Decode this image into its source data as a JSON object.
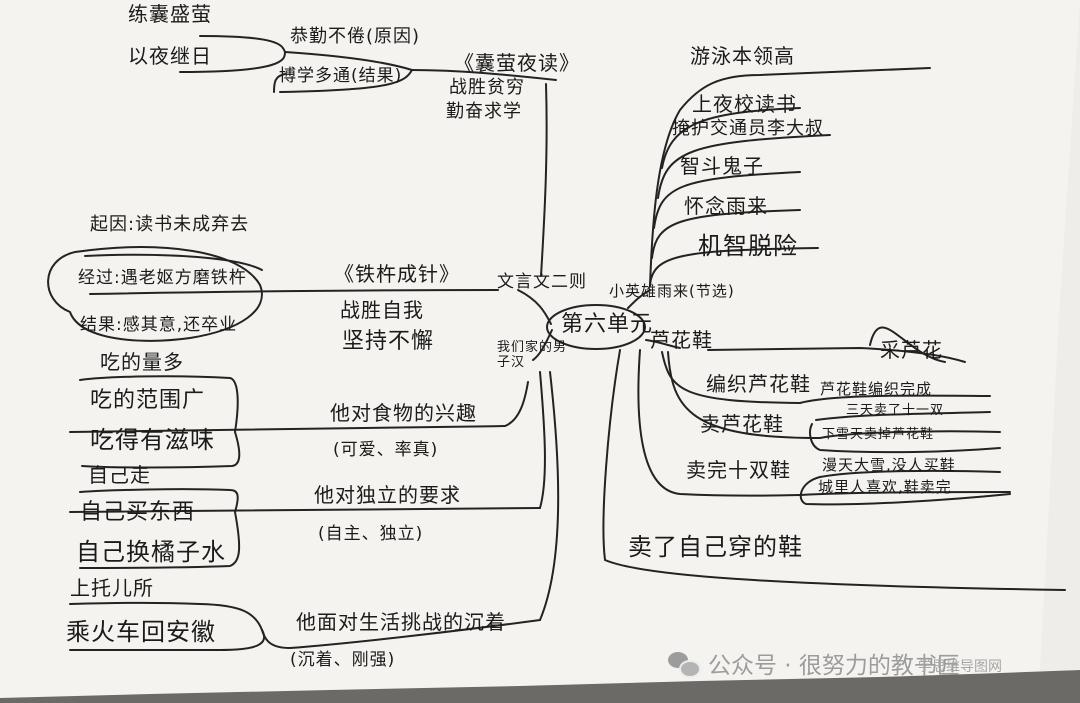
{
  "center": "第六单元",
  "branches": {
    "classical": {
      "label": "文言文二则",
      "story1": {
        "title": "《囊萤夜读》",
        "theme1": "战胜贫穷",
        "theme2": "勤奋求学",
        "cause": "恭勤不倦(原因)",
        "cause_items": [
          "练囊盛萤",
          "以夜继日"
        ],
        "result": "博学多通(结果)"
      },
      "story2": {
        "title": "《铁杵成针》",
        "theme1": "战胜自我",
        "theme2": "坚持不懈",
        "items": [
          "起因:读书未成弃去",
          "经过:遇老妪方磨铁杵",
          "结果:感其意,还卒业"
        ]
      }
    },
    "boy": {
      "label": "我们家的男子汉",
      "food": {
        "label": "他对食物的兴趣",
        "note": "(可爱、率真)",
        "items": [
          "吃的量多",
          "吃的范围广",
          "吃得有滋味"
        ]
      },
      "independence": {
        "label": "他对独立的要求",
        "note": "(自主、独立)",
        "items": [
          "自己走",
          "自己买东西",
          "自己换橘子水"
        ]
      },
      "challenge": {
        "label": "他面对生活挑战的沉着",
        "note": "(沉着、刚强)",
        "items": [
          "上托儿所",
          "乘火车回安徽"
        ]
      }
    },
    "rain": {
      "label": "小英雄雨来(节选)",
      "items": [
        "游泳本领高",
        "上夜校读书",
        "掩护交通员李大叔",
        "智斗鬼子",
        "怀念雨来",
        "机智脱险"
      ]
    },
    "shoes": {
      "label": "芦花鞋",
      "items": [
        "编织芦花鞋",
        "卖芦花鞋",
        "卖完十双鞋",
        "卖了自己穿的鞋"
      ],
      "gather": "采芦花",
      "details": [
        "芦花鞋编织完成",
        "三天卖了十一双",
        "下雪天卖掉芦花鞋",
        "漫天大雪,没人买鞋",
        "城里人喜欢,鞋卖完"
      ]
    }
  },
  "watermark": {
    "account": "公众号 · 很努力的教书匠",
    "site": "学思维导图网"
  },
  "colors": {
    "ink": "#1b1b1b",
    "paper": "#f4f3ef",
    "shadow": "#6b6a66",
    "watermark": "#9c9c9c"
  }
}
